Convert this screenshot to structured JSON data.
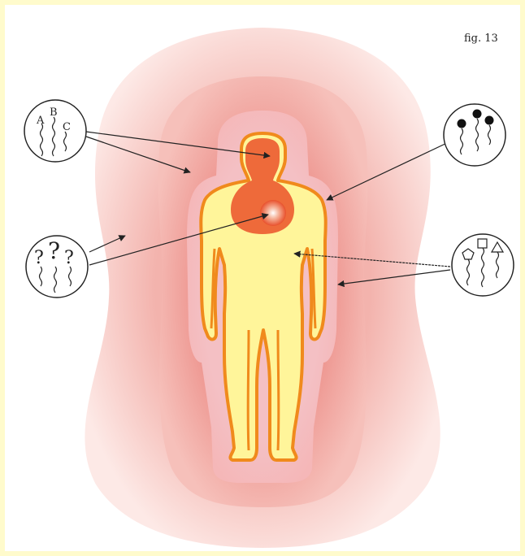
{
  "figure": {
    "label": "fig. 13"
  },
  "colors": {
    "page_background": "#fffbcc",
    "canvas_background": "#ffffff",
    "outer_aura": "#f7c9c4",
    "middle_aura": "#f0a7a2",
    "inner_aura": "#ea8a85",
    "body_fill": "#fff59a",
    "body_outline": "#f08a1c",
    "heart_fill": "#ee6a3a",
    "heart_core": "#e84a2a",
    "line_color": "#222222"
  },
  "callouts": {
    "top_left": {
      "icon": "wavy-strands-abc-icon",
      "letters": [
        "A",
        "B",
        "C"
      ]
    },
    "mid_left": {
      "icon": "question-strands-icon",
      "glyphs": [
        "?",
        "?",
        "?"
      ]
    },
    "top_right": {
      "icon": "bead-strands-icon"
    },
    "mid_right": {
      "icon": "shape-strands-icon",
      "shapes": [
        "pentagon",
        "square",
        "triangle"
      ]
    }
  }
}
